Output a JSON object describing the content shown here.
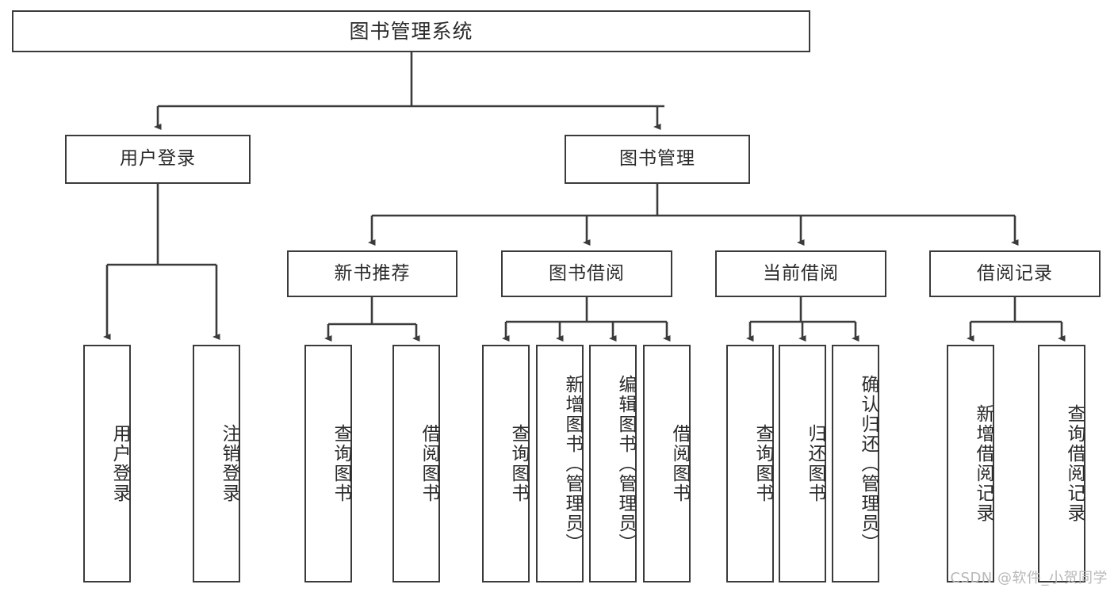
{
  "diagram": {
    "title": "图书管理系统",
    "type": "tree-hierarchy",
    "watermark": "CSDN @软件_小贺同学",
    "line_color": "#3b3b3b",
    "background_color": "#ffffff",
    "root": {
      "label": "图书管理系统"
    },
    "level2": [
      {
        "label": "用户登录"
      },
      {
        "label": "图书管理"
      }
    ],
    "level3": [
      {
        "label": "新书推荐"
      },
      {
        "label": "图书借阅"
      },
      {
        "label": "当前借阅"
      },
      {
        "label": "借阅记录"
      }
    ],
    "leaves": {
      "user_login": [
        {
          "label": "用户登录"
        },
        {
          "label": "注销登录"
        }
      ],
      "new_book_recommend": [
        {
          "label": "查询图书"
        },
        {
          "label": "借阅图书"
        }
      ],
      "book_borrow": [
        {
          "label": "查询图书"
        },
        {
          "label": "新增图书（管理员）"
        },
        {
          "label": "编辑图书（管理员）"
        },
        {
          "label": "借阅图书"
        }
      ],
      "current_borrow": [
        {
          "label": "查询图书"
        },
        {
          "label": "归还图书"
        },
        {
          "label": "确认归还（管理员）"
        }
      ],
      "borrow_record": [
        {
          "label": "新增借阅记录"
        },
        {
          "label": "查询借阅记录"
        }
      ]
    }
  }
}
